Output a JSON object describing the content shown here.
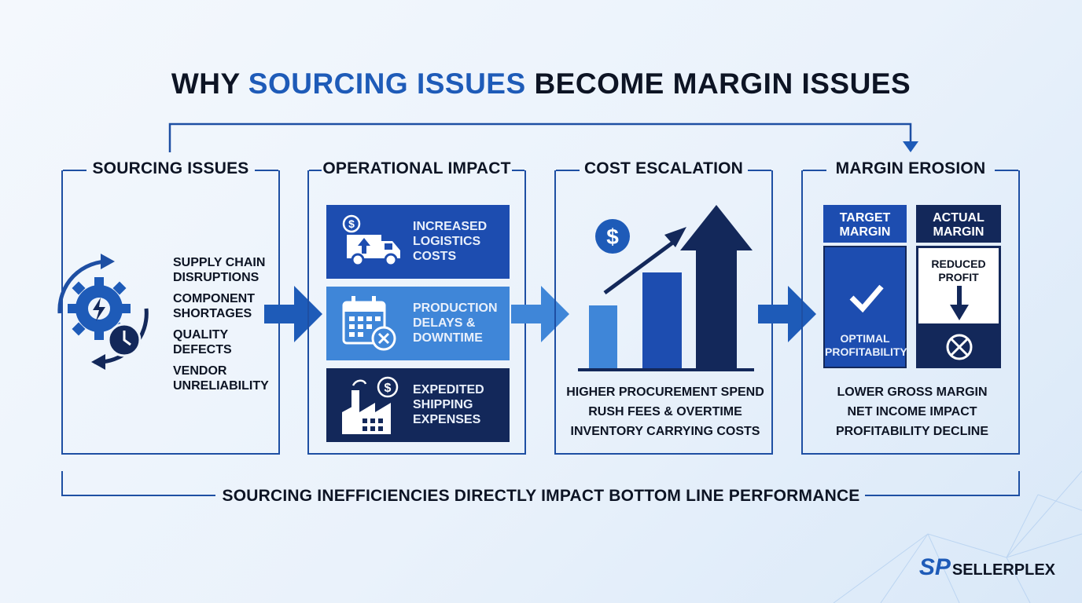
{
  "title": {
    "part1": "WHY ",
    "highlight": "SOURCING ISSUES",
    "part2": " BECOME MARGIN ISSUES"
  },
  "colors": {
    "brand_blue": "#1e5bb8",
    "dark_navy": "#13285a",
    "light_blue": "#3f86d8",
    "mid_blue": "#1d4db0"
  },
  "panels": {
    "sourcing": {
      "title": "SOURCING ISSUES",
      "items": [
        {
          "line1": "SUPPLY CHAIN",
          "line2": "DISRUPTIONS"
        },
        {
          "line1": "COMPONENT",
          "line2": "SHORTAGES"
        },
        {
          "line1": "QUALITY",
          "line2": "DEFECTS"
        },
        {
          "line1": "VENDOR",
          "line2": "UNRELIABILITY"
        }
      ],
      "icon": "gear-clock-cycle-icon"
    },
    "operational": {
      "title": "OPERATIONAL IMPACT",
      "cards": [
        {
          "line1": "INCREASED",
          "line2": "LOGISTICS",
          "line3": "COSTS",
          "icon": "truck-dollar-icon"
        },
        {
          "line1": "PRODUCTION",
          "line2": "DELAYS &",
          "line3": "DOWNTIME",
          "icon": "calendar-cancel-icon"
        },
        {
          "line1": "EXPEDITED",
          "line2": "SHIPPING",
          "line3": "EXPENSES",
          "icon": "factory-dollar-icon"
        }
      ]
    },
    "cost": {
      "title": "COST ESCALATION",
      "lines": [
        "HIGHER PROCUREMENT SPEND",
        "RUSH FEES & OVERTIME",
        "INVENTORY CARRYING COSTS"
      ],
      "icon": "rising-bars-dollar-icon"
    },
    "margin": {
      "title": "MARGIN EROSION",
      "target": {
        "line1": "TARGET",
        "line2": "MARGIN",
        "body1": "OPTIMAL",
        "body2": "PROFITABILITY"
      },
      "actual": {
        "line1": "ACTUAL",
        "line2": "MARGIN",
        "body1": "REDUCED",
        "body2": "PROFIT"
      },
      "lines": [
        "LOWER GROSS MARGIN",
        "NET INCOME IMPACT",
        "PROFITABILITY DECLINE"
      ]
    }
  },
  "tagline": "SOURCING INEFFICIENCIES DIRECTLY IMPACT BOTTOM LINE PERFORMANCE",
  "logo": {
    "mark": "SP",
    "text": "SELLERPLEX"
  }
}
